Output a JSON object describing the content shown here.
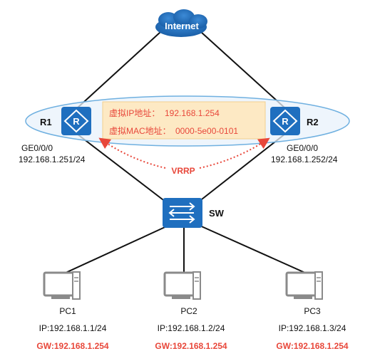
{
  "internet": {
    "label": "Internet"
  },
  "routers": [
    {
      "name": "R1",
      "interface": "GE0/0/0",
      "ip": "192.168.1.251/24"
    },
    {
      "name": "R2",
      "interface": "GE0/0/0",
      "ip": "192.168.1.252/24"
    }
  ],
  "virtual": {
    "ip_label": "虚拟IP地址：",
    "ip_value": "192.168.1.254",
    "mac_label": "虚拟MAC地址：",
    "mac_value": "0000-5e00-0101"
  },
  "protocol_label": "VRRP",
  "switch": {
    "name": "SW"
  },
  "pcs": [
    {
      "name": "PC1",
      "ip": "IP:192.168.1.1/24",
      "gw": "GW:192.168.1.254"
    },
    {
      "name": "PC2",
      "ip": "IP:192.168.1.2/24",
      "gw": "GW:192.168.1.254"
    },
    {
      "name": "PC3",
      "ip": "IP:192.168.1.3/24",
      "gw": "GW:192.168.1.254"
    }
  ],
  "colors": {
    "device_blue": "#1f6fbf",
    "accent_red": "#e8473a",
    "ellipse_fill": "#e8f2fb",
    "ellipse_stroke": "#6fb0e0",
    "note_fill": "#fde9c4"
  }
}
